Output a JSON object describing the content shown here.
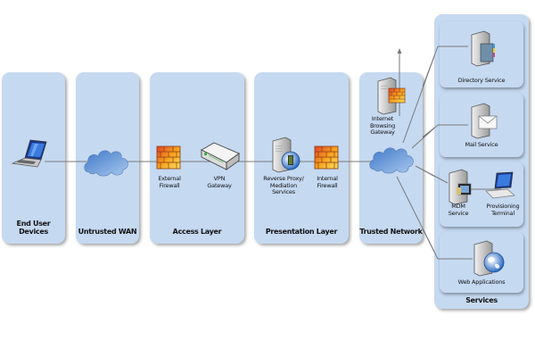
{
  "zones": {
    "end_user_devices": "End User Devices",
    "untrusted_wan": "Untrusted WAN",
    "access_layer": "Access  Layer",
    "presentation_layer": "Presentation Layer",
    "trusted_network": "Trusted Network",
    "services": "Services"
  },
  "nodes": {
    "external_firewall": "External\nFirewall",
    "vpn_gateway": "VPN\nGateway",
    "reverse_proxy": "Reverse Proxy/\nMediation\nServices",
    "internal_firewall": "Internal\nFirewall",
    "internet_browsing_gateway": "Internet\nBrowsing\nGateway",
    "mdm_service": "MDM\nService",
    "provisioning_terminal": "Provisioning\nTerminal"
  },
  "services": {
    "directory": "Directory Service",
    "mail": "Mail Service",
    "web_applications": "Web Applications"
  },
  "colors": {
    "zone_fill": "#c5d9f1",
    "line": "#7f7f7f",
    "cloud": "#4f86c6",
    "firewall": "#f0a020"
  }
}
